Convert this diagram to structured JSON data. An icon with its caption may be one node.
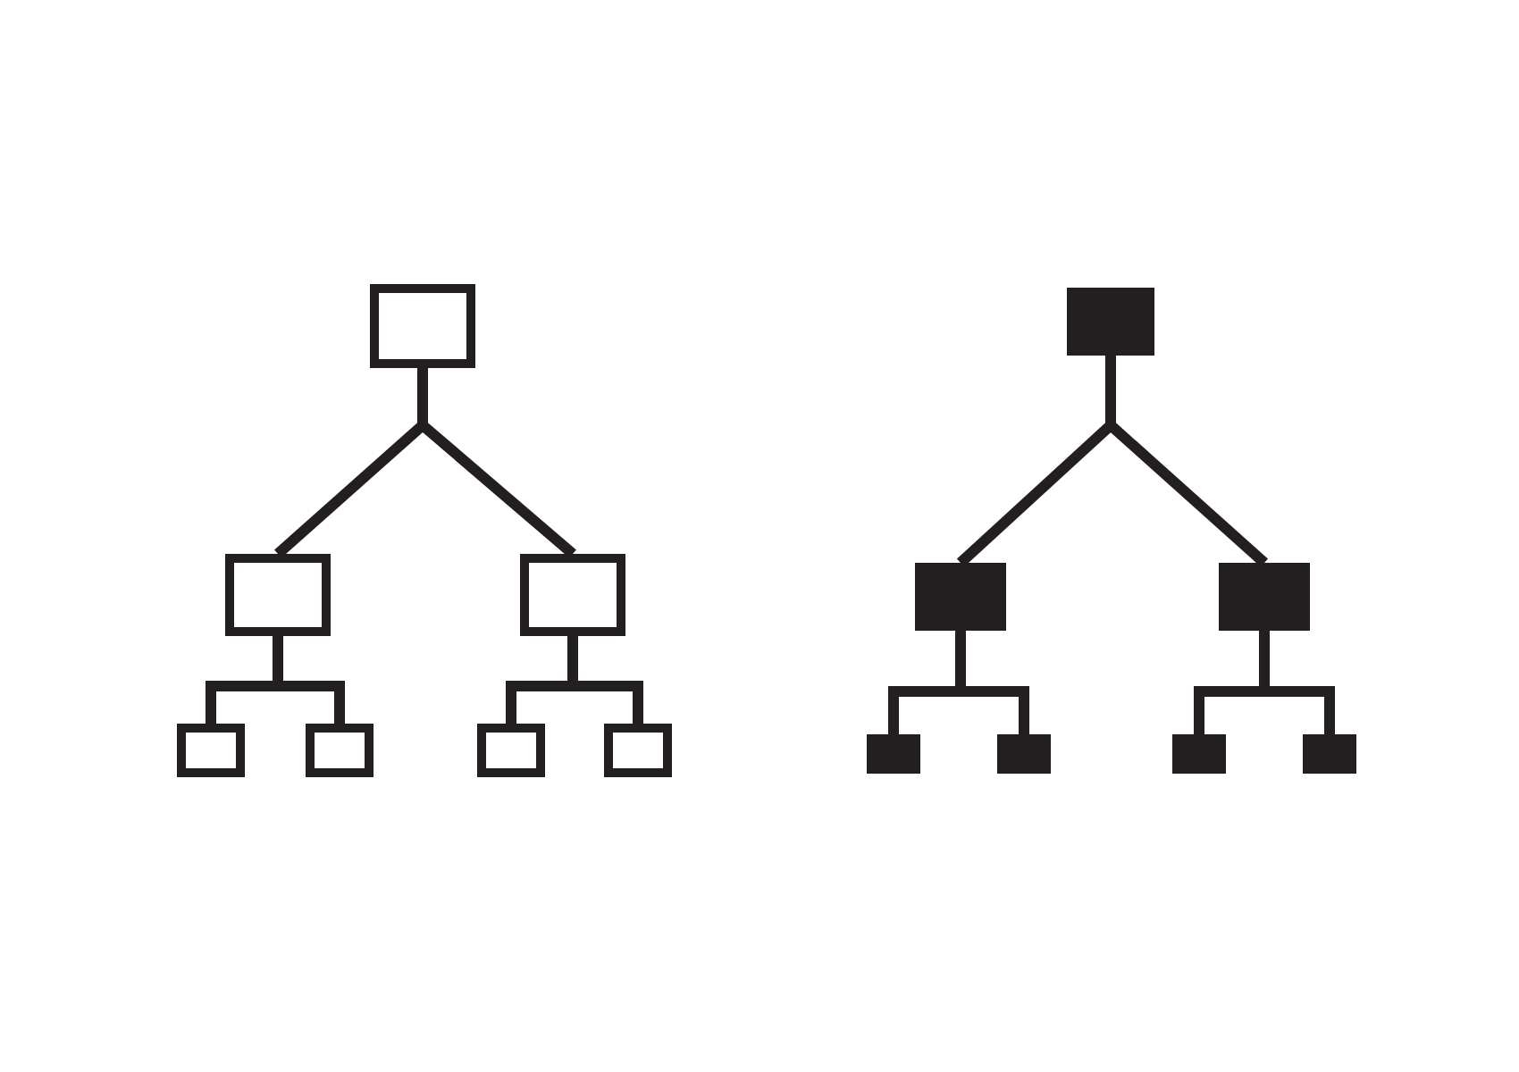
{
  "diagram": {
    "nodes": [
      {
        "text": [],
        "shape": "box"
      },
      {
        "text": [],
        "shape": "box"
      },
      {
        "text": [],
        "shape": "box"
      },
      {
        "text": [],
        "shape": "box"
      },
      {
        "text": [],
        "shape": "box"
      },
      {
        "text": [],
        "shape": "box"
      },
      {
        "text": [],
        "shape": "box"
      },
      {
        "text": [],
        "shape": "box"
      },
      {
        "text": [],
        "shape": "box"
      },
      {
        "text": [],
        "shape": "box"
      },
      {
        "text": [],
        "shape": "box"
      },
      {
        "text": [],
        "shape": "box"
      },
      {
        "text": [],
        "shape": "box"
      },
      {
        "text": [],
        "shape": "box"
      }
    ],
    "edges": [
      {
        "from": 0,
        "to": 1,
        "arrow": "none"
      },
      {
        "from": 0,
        "to": 2,
        "arrow": "none"
      },
      {
        "from": 1,
        "to": 3,
        "arrow": "none"
      },
      {
        "from": 1,
        "to": 4,
        "arrow": "none"
      },
      {
        "from": 2,
        "to": 5,
        "arrow": "none"
      },
      {
        "from": 2,
        "to": 6,
        "arrow": "none"
      },
      {
        "from": 7,
        "to": 8,
        "arrow": "none"
      },
      {
        "from": 7,
        "to": 9,
        "arrow": "none"
      },
      {
        "from": 8,
        "to": 10,
        "arrow": "none"
      },
      {
        "from": 8,
        "to": 11,
        "arrow": "none"
      },
      {
        "from": 9,
        "to": 12,
        "arrow": "none"
      },
      {
        "from": 9,
        "to": 13,
        "arrow": "none"
      }
    ]
  }
}
